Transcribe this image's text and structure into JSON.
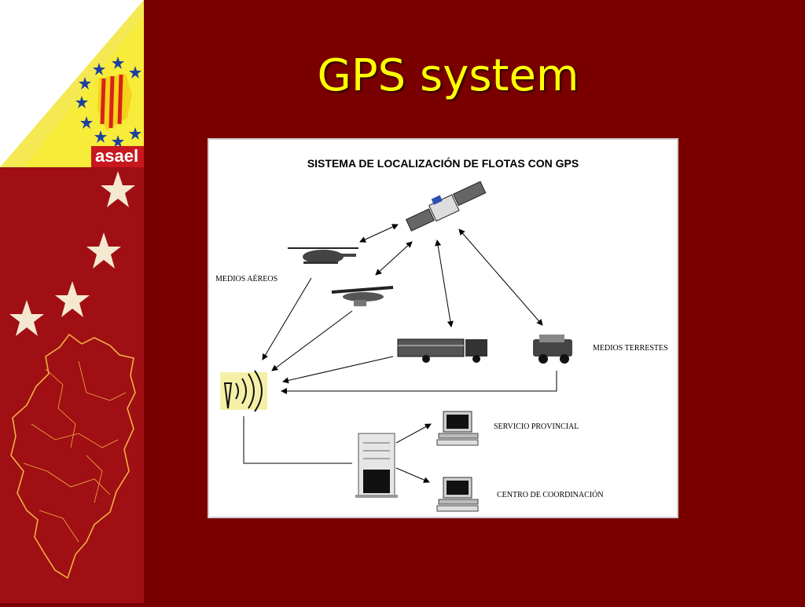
{
  "slide": {
    "title": "GPS system",
    "logo_text": "asael"
  },
  "colors": {
    "background": "#7a0000",
    "left_band": "#a00f14",
    "title": "#ffff00",
    "map_outline": "#f0b040",
    "star": "#f4e8d0"
  },
  "diagram": {
    "title": "SISTEMA DE LOCALIZACIÓN DE FLOTAS CON GPS",
    "labels": {
      "air": "MEDIOS AÉREOS",
      "ground": "MEDIOS TERRESTES",
      "provincial": "SERVICIO PROVINCIAL",
      "coordination": "CENTRO DE COORDINACIÓN"
    },
    "icons": [
      "satellite-icon",
      "helicopter-icon",
      "airplane-icon",
      "fire-truck-icon",
      "jeep-icon",
      "antenna-icon",
      "server-icon",
      "computer-icon"
    ]
  }
}
